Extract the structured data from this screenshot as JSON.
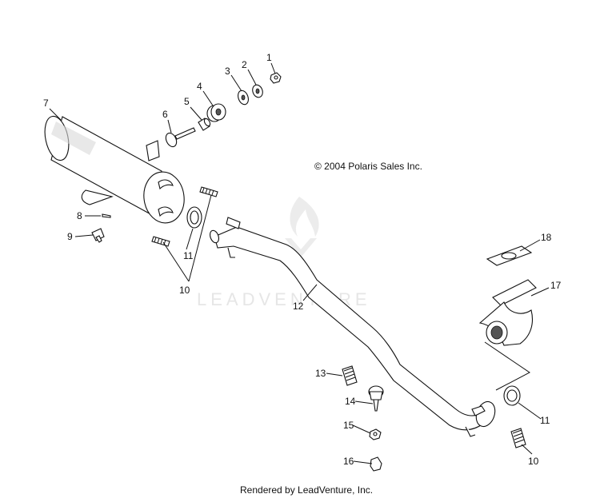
{
  "copyright": "© 2004 Polaris Sales Inc.",
  "watermark": "LEADVENTURE",
  "footer": "Rendered by LeadVenture, Inc.",
  "callouts": {
    "c1": "1",
    "c2": "2",
    "c3": "3",
    "c4": "4",
    "c5": "5",
    "c6": "6",
    "c7": "7",
    "c8": "8",
    "c9": "9",
    "c10a": "10",
    "c11a": "11",
    "c12": "12",
    "c13": "13",
    "c14": "14",
    "c15": "15",
    "c16": "16",
    "c17": "17",
    "c18": "18",
    "c10b": "10",
    "c11b": "11"
  }
}
